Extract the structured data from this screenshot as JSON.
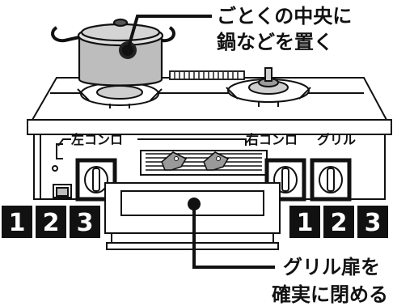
{
  "callouts": {
    "pot_line1": "ごとくの中央に",
    "pot_line2": "鍋などを置く",
    "door_line1": "グリル扉を",
    "door_line2": "確実に閉める"
  },
  "knob_labels": {
    "left_burner": "左コンロ",
    "right_burner": "右コンロ",
    "grill": "グリル"
  },
  "steps_left": [
    "1",
    "2",
    "3"
  ],
  "steps_right": [
    "1",
    "2",
    "3"
  ]
}
